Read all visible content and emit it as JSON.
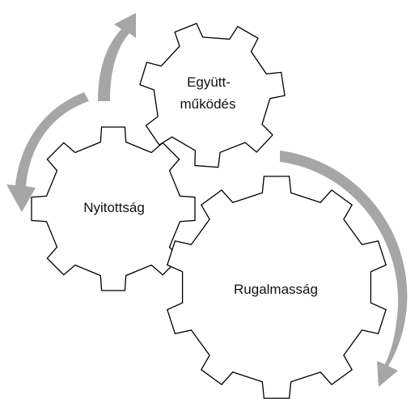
{
  "colors": {
    "background": "#ffffff",
    "gear_stroke": "#000000",
    "gear_fill": "#ffffff",
    "arrow": "#a6a6a6",
    "text": "#111111"
  },
  "gears": [
    {
      "id": "egyuttmukodes",
      "label_lines": [
        "Együtt-",
        "működés"
      ]
    },
    {
      "id": "nyitottsag",
      "label_lines": [
        "Nyitottság"
      ]
    },
    {
      "id": "rugalmassag",
      "label_lines": [
        "Rugalmasság"
      ]
    }
  ],
  "arrows": [
    {
      "id": "arrow-top-left",
      "icon": "circular-arrow-up"
    },
    {
      "id": "arrow-left",
      "icon": "circular-arrow-down"
    },
    {
      "id": "arrow-right",
      "icon": "circular-arrow-down"
    }
  ]
}
